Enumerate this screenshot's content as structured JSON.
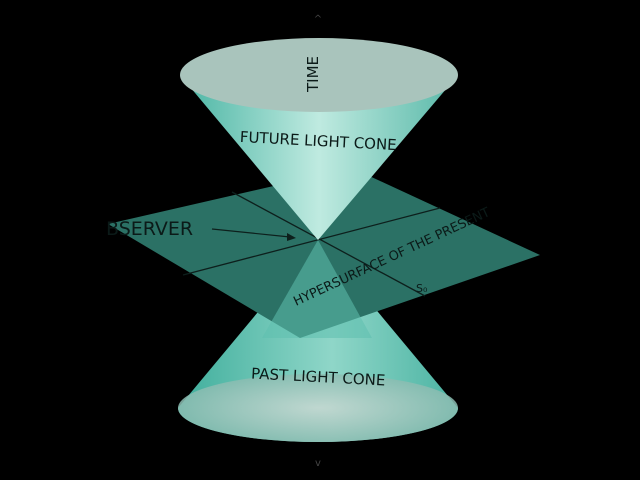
{
  "labels": {
    "time": "TIME",
    "future_cone": "FUTURE LIGHT CONE",
    "past_cone": "PAST LIGHT CONE",
    "observer": "BSERVER",
    "hypersurface": "HYPERSURFACE OF THE PRESENT",
    "s0": "S₀",
    "up_arrow": "^",
    "down_arrow": "v"
  },
  "colors": {
    "background": "#000000",
    "plane": "#2b7165",
    "cone_light": "#b6e2d8",
    "cone_mid": "#5fbfae",
    "cone_rim": "#9fc9bf",
    "line": "#0d1f1c"
  }
}
